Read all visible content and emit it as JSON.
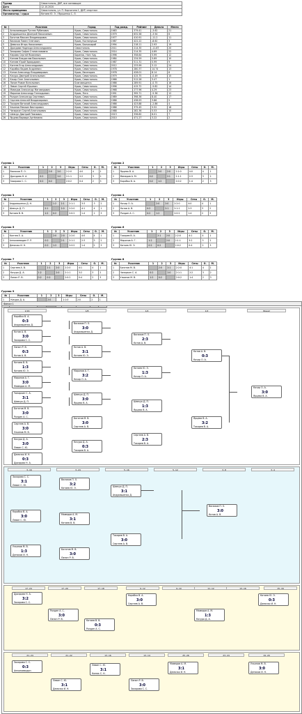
{
  "info": [
    {
      "label": "Турнир",
      "value": "Севастополь, ДКР, все желающие"
    },
    {
      "label": "Дата",
      "value": "12.10.2020"
    },
    {
      "label": "Место проведения",
      "value": "Севастополь, ул. П. Корчагина 1, ДКР, спортзал"
    },
    {
      "label": "Организатор / судья",
      "value": "Китаев Ю. Э. / Ярошенко С. Л."
    }
  ],
  "participants_headers": [
    "№",
    "Участник",
    "Город",
    "Год рожд.",
    "Рейтинг",
    "Дельта",
    "Место"
  ],
  "participants": [
    [
      "1",
      "Аппалиевадин Рустем Рубенович",
      "Крым, Севастополь",
      "1983",
      "379.41",
      "-3.62",
      "21"
    ],
    [
      "2",
      "Андриашенко Дмитрий Николаевич",
      "Крым, Севастополь",
      "1979",
      "632.58",
      "-3.94",
      "6"
    ],
    [
      "3",
      "Богатов Максим Владимирович",
      "Крым, Севастополь",
      "1977",
      "410.91",
      "-11.2",
      "11"
    ],
    [
      "4",
      "Васюков Павел Олегович",
      "Крым, Костомукша",
      "1987",
      "422.22",
      "-8.62",
      "3"
    ],
    [
      "5",
      "Демочко Игорь Николаевич",
      "Крым, Бахчисарай",
      "1994",
      "218.11",
      "2.93",
      "19"
    ],
    [
      "6",
      "Дроздова Надежда Александровна",
      "Севастополь",
      "2011",
      "214.35",
      "-11.87",
      "20"
    ],
    [
      "7",
      "Захарова София Станиславовна",
      "Крым, Севастополь",
      "2014",
      "214.35",
      "4.69",
      "22"
    ],
    [
      "8",
      "Керимо Сергей Яковлевич",
      "Баренис, Натс Уду",
      "1996",
      "358.64",
      "5.99",
      "12"
    ],
    [
      "9",
      "Китаев Владислав Васильевич",
      "Крым, Севастополь",
      "1984",
      "234.59",
      "5.69",
      "10"
    ],
    [
      "10",
      "Китаев Юрий Эдвардович",
      "Крым, Севастополь",
      "1987",
      "511.31",
      "0.99",
      "9"
    ],
    [
      "11",
      "Коптев Егор Александрович",
      "Крым, Севастополь",
      "2012",
      "233.99",
      "3.12",
      "24"
    ],
    [
      "12",
      "Коробко Вадим Андреевич",
      "Крым, Севастополь",
      "1978",
      "280.37",
      "14.74",
      "13"
    ],
    [
      "13",
      "Котов Александр Владимирович",
      "Крым, Евпатория",
      "1978",
      "428.01",
      "8.14",
      "8"
    ],
    [
      "14",
      "Кочуро Дмитрий Анатольевич",
      "Крым, Севастополь",
      "1979",
      "415.75",
      "-0.49",
      "15"
    ],
    [
      "15",
      "Кочар Олег Анатольевич",
      "Крым, Севастополь",
      "1966",
      "512.28",
      "3.47",
      "1"
    ],
    [
      "16",
      "Лапин Роман Витальевич",
      "Благовещенск",
      "1986",
      "289.91",
      "-0.75",
      "16"
    ],
    [
      "17",
      "Левин Сергей Юрьевич",
      "Крым, Севастополь",
      "1996",
      "415.72",
      "-5.82",
      "14"
    ],
    [
      "18",
      "Мамедов Александр Магамедович",
      "Крым, Севастополь",
      "1968",
      "277.96",
      "4.29",
      "23"
    ],
    [
      "19",
      "Миронов Александр Геннадьевич",
      "Крым, Ялта",
      "1991",
      "395.71",
      "-5.36",
      "12"
    ],
    [
      "20",
      "Ролдин Александр Сергеевич",
      "Крым, Севастополь",
      "1989",
      "398.36",
      "8.40",
      "17"
    ],
    [
      "21",
      "Сергеев Алексей Владимирович",
      "Крым, Севастополь",
      "1986",
      "438.93",
      "3.86",
      "5"
    ],
    [
      "22",
      "Токарев Виталий Александрович",
      "Крым, Севастополь",
      "1986",
      "423.88",
      "-2.86",
      "4"
    ],
    [
      "23",
      "Ульянов Михаил Викторович",
      "Крым, Севастополь",
      "1986",
      "375.45",
      "5.52",
      "18"
    ],
    [
      "24",
      "Чапаркин Сергей Анатольевич",
      "Крым, Севастополь",
      "1988",
      "282.36",
      "5.53",
      "10"
    ],
    [
      "25",
      "Шевчук Дмитрий Павлович",
      "Крым, Севастополь",
      "2013",
      "336.62",
      "6.01",
      "7"
    ],
    [
      "26",
      "Ярцева Варвара Артёмовна",
      "Крым, Севастополь",
      "2010",
      "471.27",
      "3.22",
      "2"
    ]
  ],
  "group_headers": [
    "№",
    "Участник",
    "1",
    "2",
    "3",
    "Игры",
    "Сеты",
    "О.",
    "М."
  ],
  "groups": [
    {
      "title": "Группа 1",
      "rows": [
        [
          "1",
          "Васюков П. О.",
          "",
          "2:0",
          "2:0",
          "2:2:0",
          "4:0",
          "4",
          "1"
        ],
        [
          "2",
          "Дроздова Н. А.",
          "0:2",
          "",
          "2:0",
          "2:1:1",
          "2:2",
          "3",
          "2"
        ],
        [
          "3",
          "Захарова С. С.",
          "0:2",
          "0:2",
          "",
          "2:0:2",
          "0:4",
          "2",
          "3"
        ]
      ]
    },
    {
      "title": "Группа 2",
      "rows": [
        [
          "1",
          "Ярцева В. А.",
          "",
          "2:0",
          "2:0",
          "2:2:0",
          "4:0",
          "4",
          "1"
        ],
        [
          "2",
          "Мамедов А. М.",
          "0:2",
          "",
          "2:1",
          "2:1:1",
          "2:3",
          "3",
          "2"
        ],
        [
          "3",
          "Коробко В. А.",
          "0:2",
          "1:2",
          "",
          "2:0:2",
          "1:4",
          "2",
          "3"
        ]
      ]
    },
    {
      "title": "Группа 3",
      "rows": [
        [
          "1",
          "Андриашенко Д. Н.",
          "",
          "1:2",
          "2:1",
          "2:1:1",
          "3:3",
          "3",
          "2"
        ],
        [
          "2",
          "Шевчук Д. П.",
          "2:1",
          "",
          "2:0",
          "2:2:0",
          "4:1",
          "4",
          "1"
        ],
        [
          "3",
          "Китаев В. В.",
          "1:2",
          "0:2",
          "",
          "2:0:2",
          "1:4",
          "2",
          "3"
        ]
      ]
    },
    {
      "title": "Группа 4",
      "rows": [
        [
          "1",
          "Кочар О. А.",
          "",
          "2:0",
          "2:0",
          "2:2:0",
          "4:0",
          "4",
          "1"
        ],
        [
          "2",
          "Котов А. В.",
          "0:2",
          "",
          "2:1",
          "2:1:1",
          "2:3",
          "3",
          "2"
        ],
        [
          "3",
          "Ролдин А. С.",
          "0:2",
          "1:2",
          "",
          "2:0:2",
          "1:4",
          "2",
          "3"
        ]
      ]
    },
    {
      "title": "Группа 5",
      "rows": [
        [
          "1",
          "Коптев Е. А.",
          "",
          "2:0",
          "2:0",
          "2:2:0",
          "4:0",
          "4",
          "1"
        ],
        [
          "2",
          "Аппалиевадин Р. Р.",
          "0:2",
          "",
          "2:1",
          "2:1:1",
          "2:3",
          "3",
          "2"
        ],
        [
          "3",
          "Демочко И. Н.",
          "0:2",
          "1:2",
          "",
          "2:0:2",
          "1:4",
          "2",
          "3"
        ]
      ]
    },
    {
      "title": "Группа 6",
      "rows": [
        [
          "1",
          "Токарев В. А.",
          "",
          "2:1",
          "2:0",
          "2:2:0",
          "4:1",
          "4",
          "1"
        ],
        [
          "2",
          "Миронов А. Г.",
          "1:2",
          "",
          "2:0",
          "2:1:1",
          "3:2",
          "3",
          "2"
        ],
        [
          "3",
          "Китаев Ю. Э.",
          "0:2",
          "0:2",
          "",
          "2:0:2",
          "0:4",
          "2",
          "3"
        ]
      ]
    },
    {
      "title": "Группа 7",
      "rows": [
        [
          "1",
          "Сергеев А. В.",
          "",
          "2:1",
          "2:0",
          "2:2:0",
          "4:1",
          "4",
          "1"
        ],
        [
          "2",
          "Кочуро Д. А.",
          "1:2",
          "",
          "2:0",
          "2:1:1",
          "3:2",
          "3",
          "2"
        ],
        [
          "3",
          "Лапин Р. В.",
          "0:2",
          "0:2",
          "",
          "2:0:2",
          "0:4",
          "2",
          "3"
        ]
      ]
    },
    {
      "title": "Группа 8",
      "rows": [
        [
          "1",
          "Богатов М. В.",
          "",
          "2:0",
          "2:1",
          "2:2:0",
          "4:1",
          "4",
          "1"
        ],
        [
          "2",
          "Чапаркин С. А.",
          "0:2",
          "",
          "2:0",
          "2:1:1",
          "2:2",
          "3",
          "2"
        ],
        [
          "3",
          "Ульянов М. В.",
          "1:2",
          "0:2",
          "",
          "2:0:2",
          "1:4",
          "2",
          "3"
        ]
      ]
    },
    {
      "title": "Группа 9",
      "rows": [
        [
          "1",
          "Кочуро Д. А.",
          "",
          "2:0",
          "",
          "1:1:0",
          "2:0",
          "2",
          "1"
        ],
        [
          "2",
          "Левин С. Ю.",
          "0:2",
          "",
          "",
          "1:0:1",
          "0:2",
          "1",
          "2"
        ]
      ]
    }
  ],
  "bracket": {
    "title": "Финал 1",
    "columns": [
      "1/16",
      "1/8",
      "1/4",
      "1/2",
      "Финал"
    ],
    "r1": [
      {
        "a": "Коробко В. А.",
        "s": "0:3",
        "b": "Андриашенко Д."
      },
      {
        "a": "Котов А. В.",
        "s": "3:0",
        "b": "Захарова С. С."
      },
      {
        "a": "Лапин Р. В.",
        "s": "0:3",
        "b": "Котов А. В."
      },
      {
        "a": "Китаев В. В.",
        "s": "1:3",
        "b": "Китаев Ю. Э."
      },
      {
        "a": "Миронов А. Г.",
        "s": "3:0",
        "b": "Мамедов А. М."
      },
      {
        "a": "Чапаркин С. А.",
        "s": "3:1",
        "b": "Шевчук Д. П."
      },
      {
        "a": "Богатов М. В.",
        "s": "3:0",
        "b": "Ролдин А. С."
      },
      {
        "a": "Сергеев А. В.",
        "s": "3:0",
        "b": "Ульянов М. В."
      },
      {
        "a": "Кочуро Д. А.",
        "s": "3:0",
        "b": "Левин С. Ю."
      },
      {
        "a": "Демочко И. Н.",
        "s": "0:3",
        "b": "Дроздова Н. А."
      }
    ],
    "r2": [
      {
        "a": "Васюков П. О.",
        "s": "3:0",
        "b": "Андриашенко Д."
      },
      {
        "a": "Котов А. В.",
        "s": "3:1",
        "b": "Китаев Ю. Э."
      },
      {
        "a": "Миронов А. Г.",
        "s": "3:2",
        "b": "Кочар О. А."
      },
      {
        "a": "Шевчук Д. П.",
        "s": "3:0",
        "b": "Ярцева В. А."
      },
      {
        "a": "Богатов М. В.",
        "s": "3:0",
        "b": "Сергеев А. В."
      },
      {
        "a": "Кочуро Д. А.",
        "s": "0:3",
        "b": "Токарев В. А."
      }
    ],
    "r3": [
      {
        "a": "Васюков П. О.",
        "s": "2:3",
        "b": "Котов А. В."
      },
      {
        "a": "Китаев Ю. Э.",
        "s": "1:3",
        "b": "Кочар О. А."
      },
      {
        "a": "Шевчук Д. П.",
        "s": "1:3",
        "b": "Ярцева В. А."
      },
      {
        "a": "Сергеев А. В.",
        "s": "2:3",
        "b": "Токарев В. А."
      }
    ],
    "r4": [
      {
        "a": "Котов А. В.",
        "s": "0:3",
        "b": "Кочар О. А."
      },
      {
        "a": "Ярцева В. А.",
        "s": "3:2",
        "b": "Токарев В. А."
      }
    ],
    "final": {
      "a": "Кочар О. А.",
      "s": "3:0",
      "b": "Ярцева В. А."
    },
    "cyan_cols": [
      "3..16",
      "3..24",
      "5..16",
      "5..12",
      "3..8",
      "3..4"
    ],
    "cyan": [
      {
        "a": "Захарова С. С.",
        "s": "3:1",
        "b": "Левин С. Ю."
      },
      {
        "a": "Коробко В. А.",
        "s": "3:0",
        "b": "Левин С. Ю."
      },
      {
        "a": "Ульянов М. В.",
        "s": "1:3",
        "b": "Денисов И. Н."
      },
      {
        "a": "Васюков П. О.",
        "s": "3:2",
        "b": "Китаев Ю. Э."
      },
      {
        "a": "Мамедов А. М.",
        "s": "3:1",
        "b": "Китаев В. В."
      },
      {
        "a": "Богатов М. В.",
        "s": "3:0",
        "b": "Лапин Р. В."
      },
      {
        "a": "Шевчук Д. П.",
        "s": "3:1",
        "b": "Андриашенко Д."
      },
      {
        "a": "Токарев В. А.",
        "s": "3:0",
        "b": "Сергеев А. В."
      },
      {
        "a": "Васюков П. О.",
        "s": "3:0",
        "b": "Котов А. В."
      }
    ],
    "yellow_cols": [
      "17..24",
      "17..20",
      "17..18",
      "9..12",
      "9..10",
      "11..12",
      "13..16",
      "15..16"
    ],
    "yellow": [
      {
        "a": "Дроздова Н. А.",
        "s": "3:2",
        "b": "Захарова С. С."
      },
      {
        "a": "Ролдин А. С.",
        "s": "3:0",
        "b": "Лапин Р. В."
      },
      {
        "a": "Китаев В. В.",
        "s": "0:3",
        "b": "Ролдин А. С."
      },
      {
        "a": "Коробко В. А.",
        "s": "3:0",
        "b": "Сергеев А. В."
      },
      {
        "a": "Мамедов А. М.",
        "s": "1:3",
        "b": "Кочуро Д. А."
      },
      {
        "a": "Китаев Ю. Э.",
        "s": "0:3",
        "b": "Демочко И. Н."
      }
    ],
    "bottom_cols": [
      "21..24",
      "21..22",
      "13..16",
      "13..14",
      "25..26",
      "23..24",
      "19..20"
    ],
    "bottom": [
      {
        "a": "Захарова С. С.",
        "s": "0:3",
        "b": "Аппалиевадин"
      },
      {
        "a": "Левин С. Ю.",
        "s": "3:1",
        "b": "Демочко И. Н."
      },
      {
        "a": "Левин С. Ю.",
        "s": "3:1",
        "b": "Калюк С. Н."
      },
      {
        "a": "Лапин Р. В.",
        "s": "3:0",
        "b": "Захарова С. С."
      },
      {
        "a": "Мамедов А. М.",
        "s": "3:1",
        "b": "Демочко И. Н."
      },
      {
        "a": "Ульянов М. В.",
        "s": "3:0",
        "b": "Денисов И. Н."
      }
    ]
  }
}
